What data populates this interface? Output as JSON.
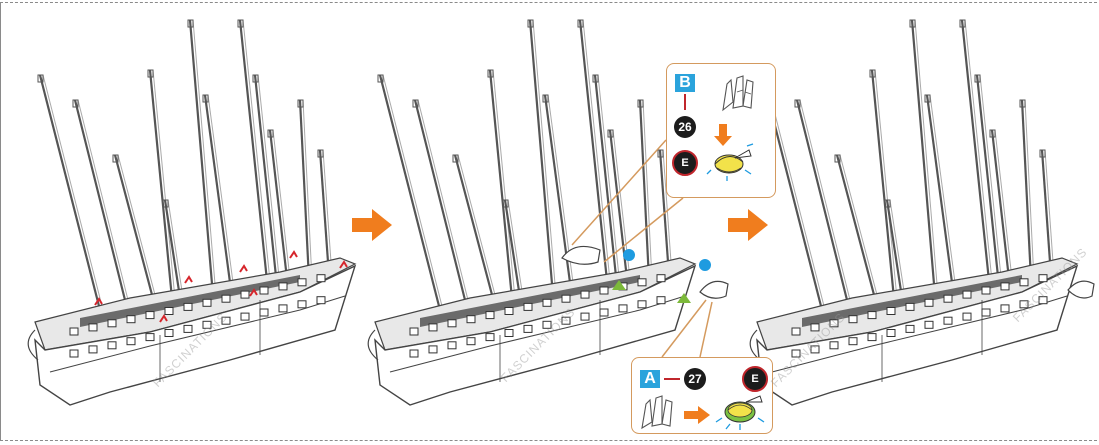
{
  "steps": [
    {
      "id": "step-1"
    },
    {
      "id": "step-2"
    },
    {
      "id": "step-3"
    }
  ],
  "arrow_color": "#f07d1e",
  "callout_b": {
    "letter": "B",
    "part_number": "26",
    "tool_badge": "E"
  },
  "callout_a": {
    "letter": "A",
    "part_number": "27",
    "tool_badge": "E"
  },
  "watermark": "FASCINATIONS",
  "colors": {
    "letter_square": "#2aa3dc",
    "callout_border": "#d49a5e",
    "blue_marker": "#1e9be0",
    "green_marker": "#7cb93a",
    "red_detail": "#d6262c"
  }
}
